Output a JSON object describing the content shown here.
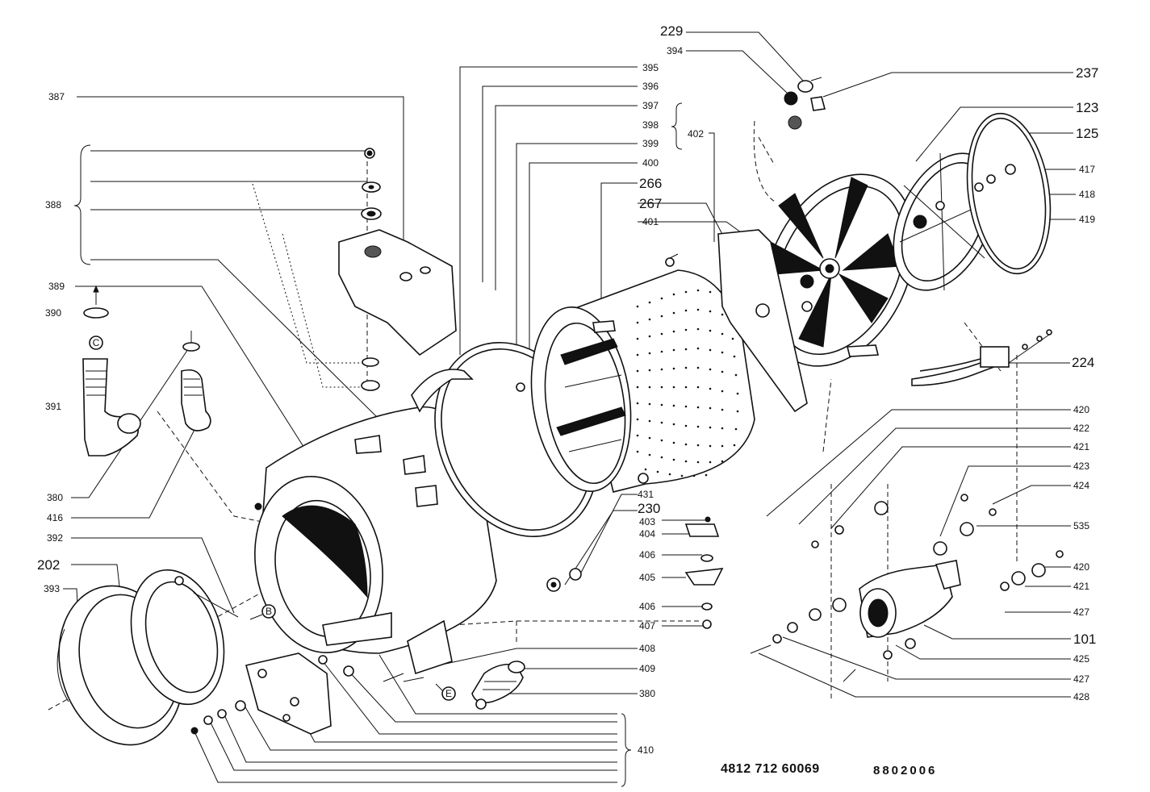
{
  "labels": {
    "l229": "229",
    "l394": "394",
    "l237": "237",
    "l123": "123",
    "l125": "125",
    "l417": "417",
    "l418": "418",
    "l419": "419",
    "l224": "224",
    "l395": "395",
    "l396": "396",
    "l397": "397",
    "l398": "398",
    "l399": "399",
    "l400": "400",
    "l266": "266",
    "l267": "267",
    "l401": "401",
    "l402": "402",
    "l387": "387",
    "l388": "388",
    "l389": "389",
    "l390": "390",
    "l391": "391",
    "l380a": "380",
    "l416": "416",
    "l392": "392",
    "l202": "202",
    "l393": "393",
    "l431": "431",
    "l230": "230",
    "l403": "403",
    "l404": "404",
    "l406a": "406",
    "l405": "405",
    "l406b": "406",
    "l407": "407",
    "l408": "408",
    "l409": "409",
    "l380b": "380",
    "l410": "410",
    "l420a": "420",
    "l422": "422",
    "l421a": "421",
    "l423": "423",
    "l424": "424",
    "l535": "535",
    "l420b": "420",
    "l421b": "421",
    "l427a": "427",
    "l101": "101",
    "l425": "425",
    "l427b": "427",
    "l428": "428"
  },
  "markers": {
    "c": "C",
    "b": "B",
    "e": "E"
  },
  "footer": {
    "code": "4812 712 60069",
    "date": "8802006"
  }
}
